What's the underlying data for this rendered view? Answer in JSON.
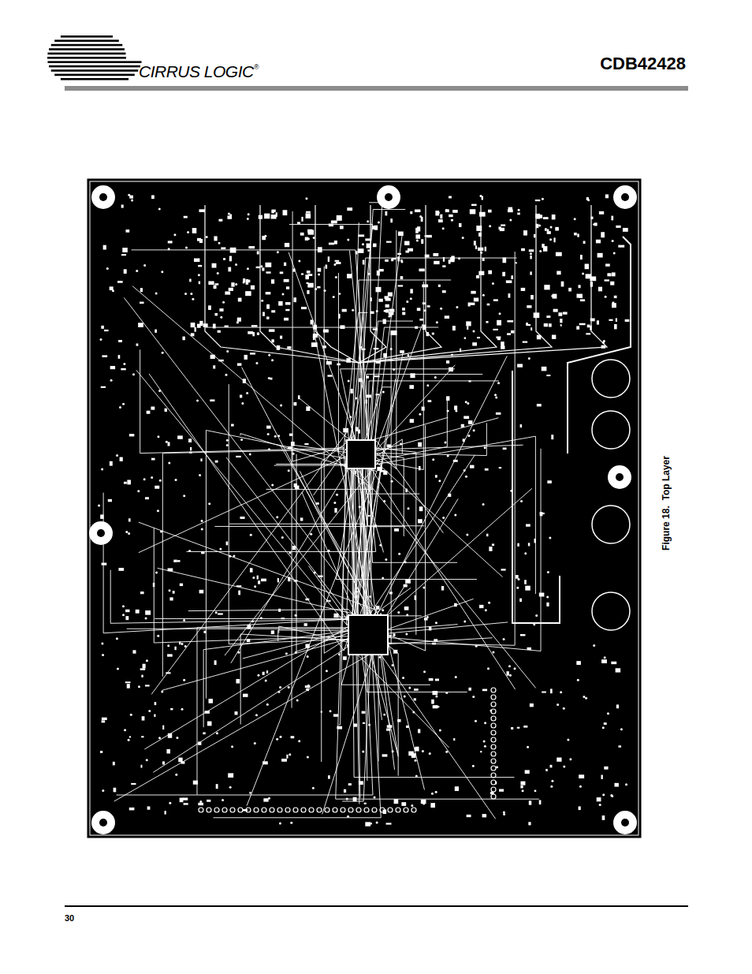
{
  "diagram": {
    "title": "CDB42428",
    "caption": "Figure 18.  Top Layer",
    "labels": [
      "CIRRUS LOGIC",
      "®",
      "30"
    ]
  }
}
